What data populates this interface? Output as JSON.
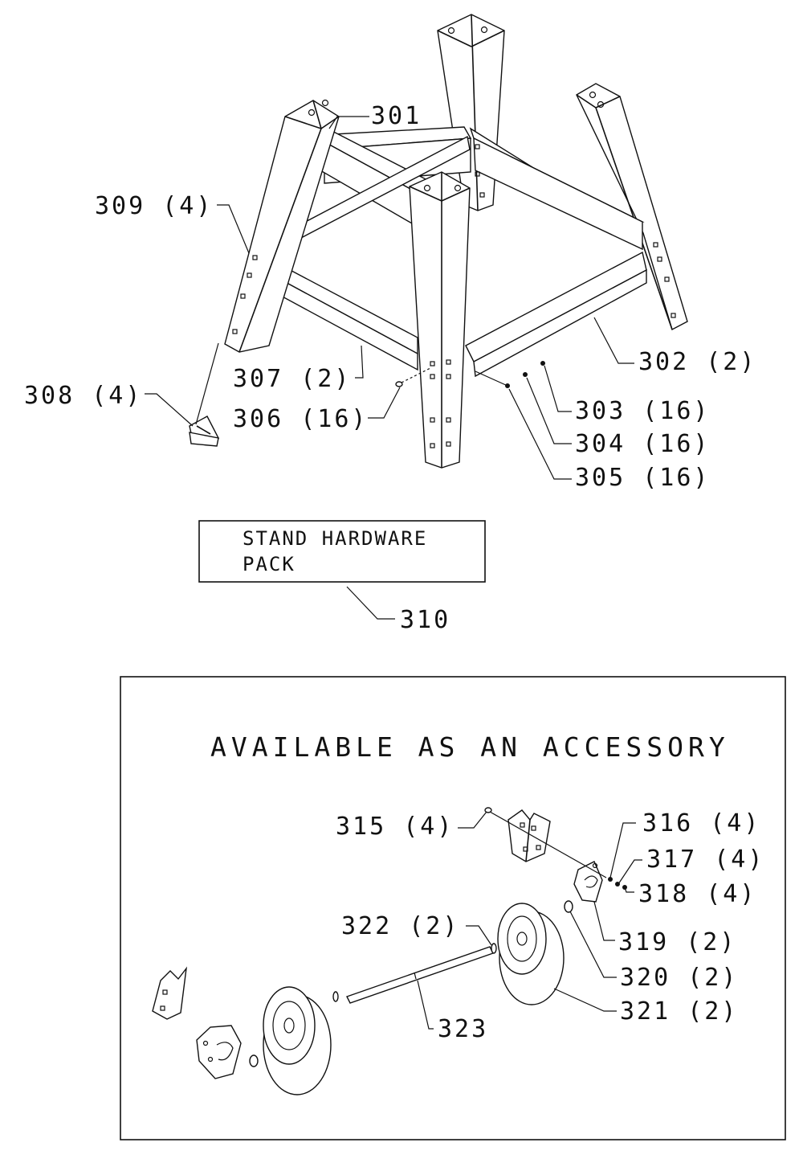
{
  "labels": {
    "p301": "301",
    "p302": "302 (2)",
    "p303": "303 (16)",
    "p304": "304 (16)",
    "p305": "305 (16)",
    "p306": "306 (16)",
    "p307": "307 (2)",
    "p308": "308 (4)",
    "p309": "309 (4)",
    "p310": "310",
    "p315": "315 (4)",
    "p316": "316 (4)",
    "p317": "317 (4)",
    "p318": "318 (4)",
    "p319": "319 (2)",
    "p320": "320 (2)",
    "p321": "321 (2)",
    "p322": "322 (2)",
    "p323": "323"
  },
  "hardware_box": {
    "line1": "STAND HARDWARE",
    "line2": "PACK"
  },
  "accessory": {
    "title": "AVAILABLE AS AN ACCESSORY"
  }
}
